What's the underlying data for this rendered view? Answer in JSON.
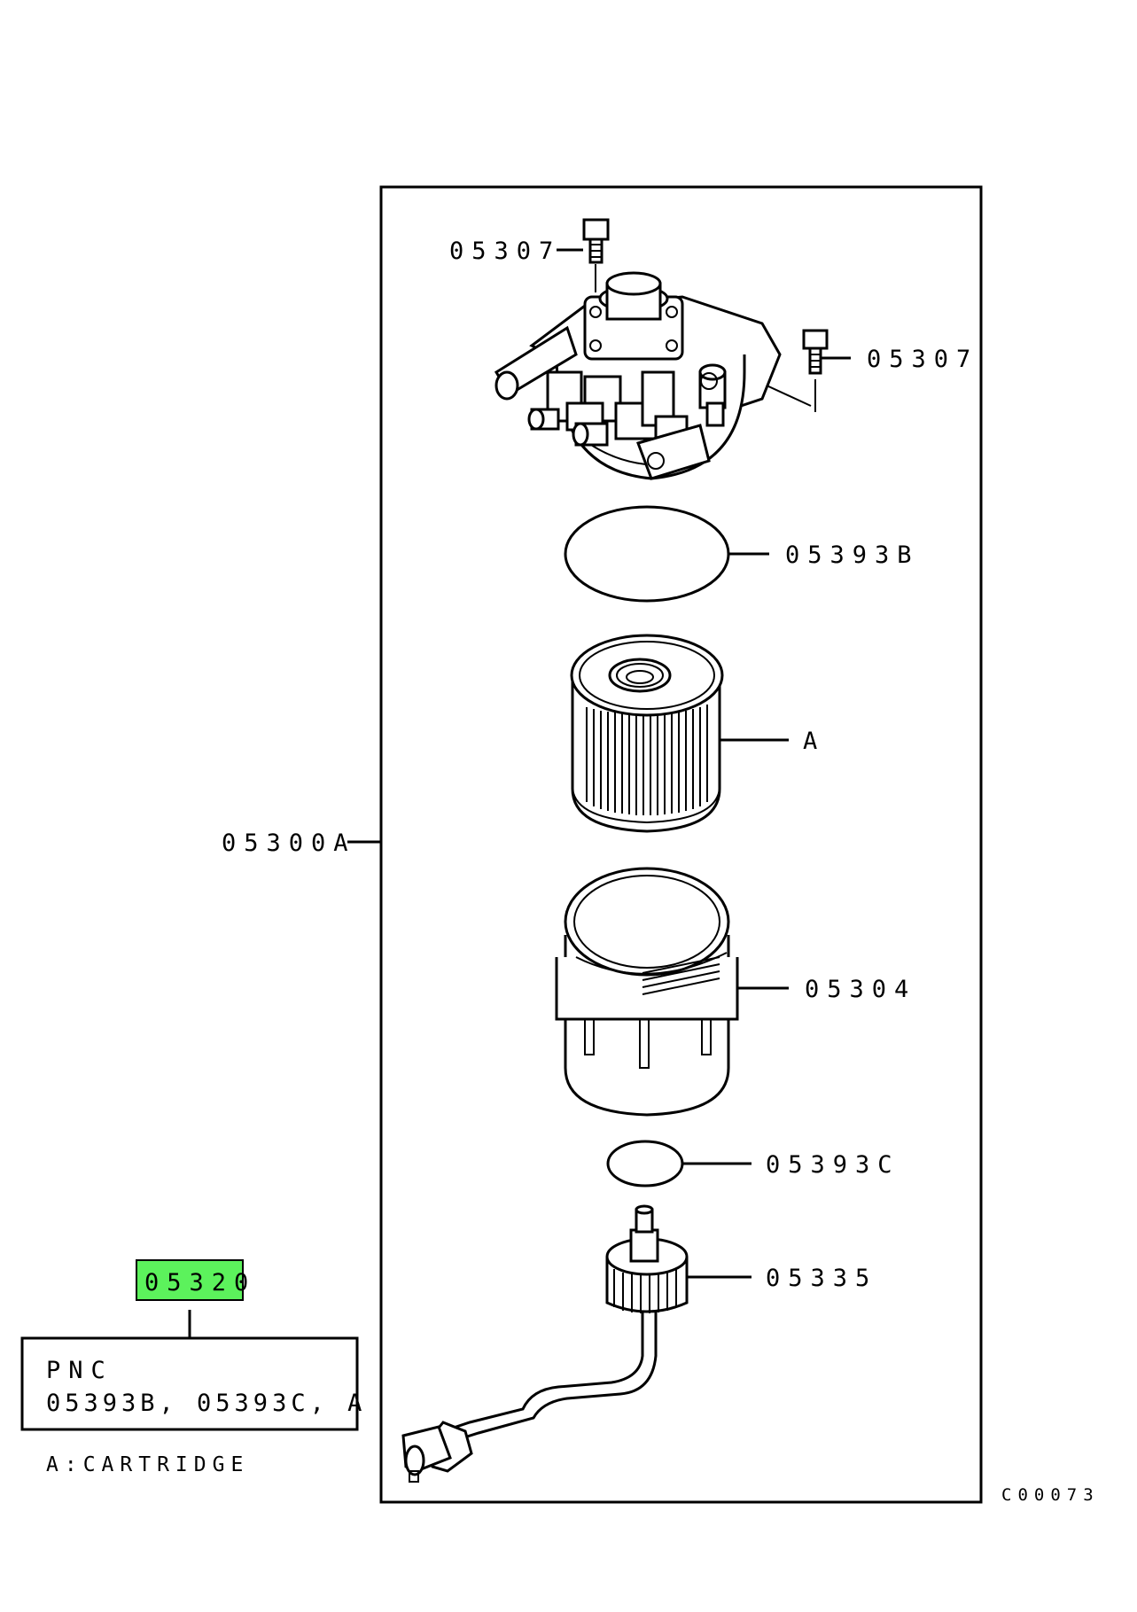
{
  "diagram": {
    "callouts": {
      "bolt_top": "05307",
      "bolt_right": "05307",
      "oring_large": "05393B",
      "cartridge": "A",
      "assembly": "05300A",
      "case": "05304",
      "oring_small": "05393C",
      "sensor": "05335"
    },
    "highlight": {
      "code": "05320",
      "color": "#5cf25c"
    },
    "pnc_box": {
      "heading": "PNC",
      "parts": "05393B, 05393C, A"
    },
    "note": "A:CARTRIDGE",
    "drawing_code": "C00073"
  }
}
